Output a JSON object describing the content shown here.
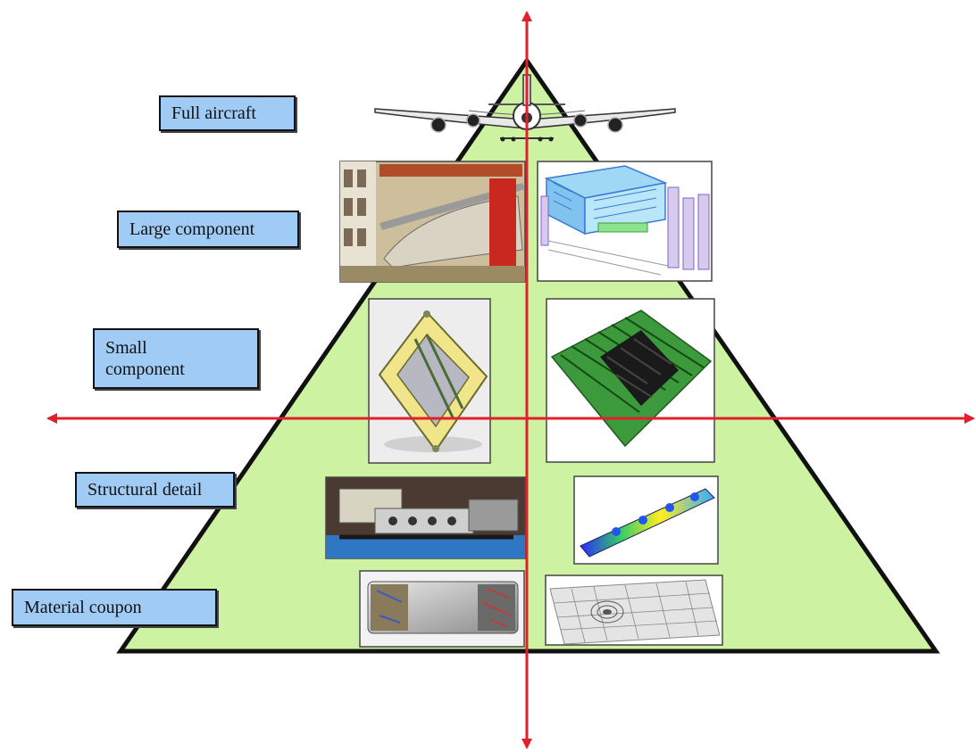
{
  "labels": {
    "full_aircraft": "Full aircraft",
    "large_component": "Large component",
    "small_component": "Small\ncomponent",
    "structural_detail": "Structural detail",
    "material_coupon": "Material coupon"
  },
  "colors": {
    "pyramid_fill": "#ccf2a2",
    "label_fill": "#9fcbf5",
    "axis": "#e0202a"
  }
}
